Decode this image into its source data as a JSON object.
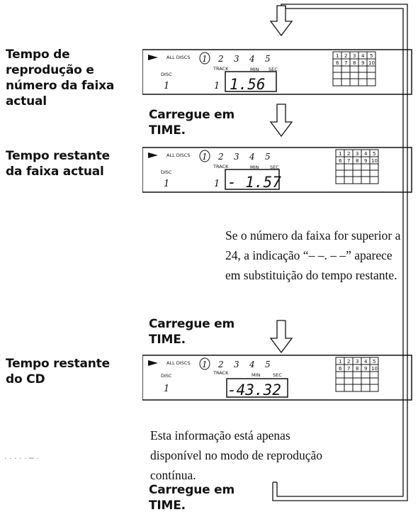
{
  "sections": [
    {
      "label": "Tempo de\nreprodução e\nnúmero da faixa\nactual",
      "display": {
        "disc": "1",
        "track": "1",
        "time": " 1.56"
      }
    },
    {
      "label": "Tempo restante\nda faixa actual",
      "display": {
        "disc": "1",
        "track": "1",
        "time": "- 1.57"
      }
    },
    {
      "label": "Tempo restante\ndo CD",
      "display": {
        "disc": "1",
        "track": "",
        "time": "-43.32"
      }
    }
  ],
  "press_time": "Carregue em\nTIME.",
  "notes": {
    "track_over_24": "Se o número da faixa for superior a\n24, a indicação “– –. – –” aparece\nem substituição do tempo restante.",
    "continuous_only": "Esta informação está apenas\ndisponível no modo de reprodução\ncontínua."
  },
  "display_labels": {
    "all_discs": "ALL DISCS",
    "disc": "DISC",
    "track": "TRACK",
    "min": "MIN",
    "sec": "SEC",
    "slots": [
      "1",
      "2",
      "3",
      "4",
      "5"
    ],
    "grid": [
      "1",
      "2",
      "3",
      "4",
      "5",
      "6",
      "7",
      "8",
      "9",
      "10"
    ]
  }
}
